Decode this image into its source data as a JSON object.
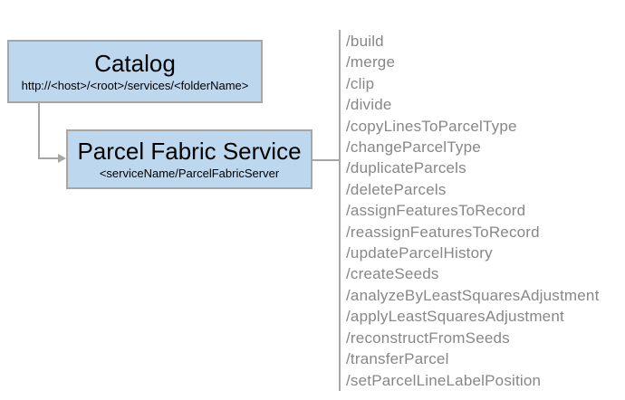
{
  "catalog_box": {
    "title": "Catalog",
    "subtitle": "http://<host>/<root>/services/<folderName>"
  },
  "service_box": {
    "title": "Parcel Fabric Service",
    "subtitle": "<serviceName/ParcelFabricServer"
  },
  "operations": [
    "/build",
    "/merge",
    "/clip",
    "/divide",
    "/copyLinesToParcelType",
    "/changeParcelType",
    "/duplicateParcels",
    "/deleteParcels",
    "/assignFeaturesToRecord",
    "/reassignFeaturesToRecord",
    "/updateParcelHistory",
    "/createSeeds",
    "/analyzeByLeastSquaresAdjustment",
    "/applyLeastSquaresAdjustment",
    "/reconstructFromSeeds",
    "/transferParcel",
    "/setParcelLineLabelPosition"
  ],
  "colors": {
    "box_fill": "#bdd7ee",
    "box_border": "#a6a6a6",
    "connector": "#a6a6a6",
    "operation_text": "#878787",
    "box_text": "#000000"
  }
}
